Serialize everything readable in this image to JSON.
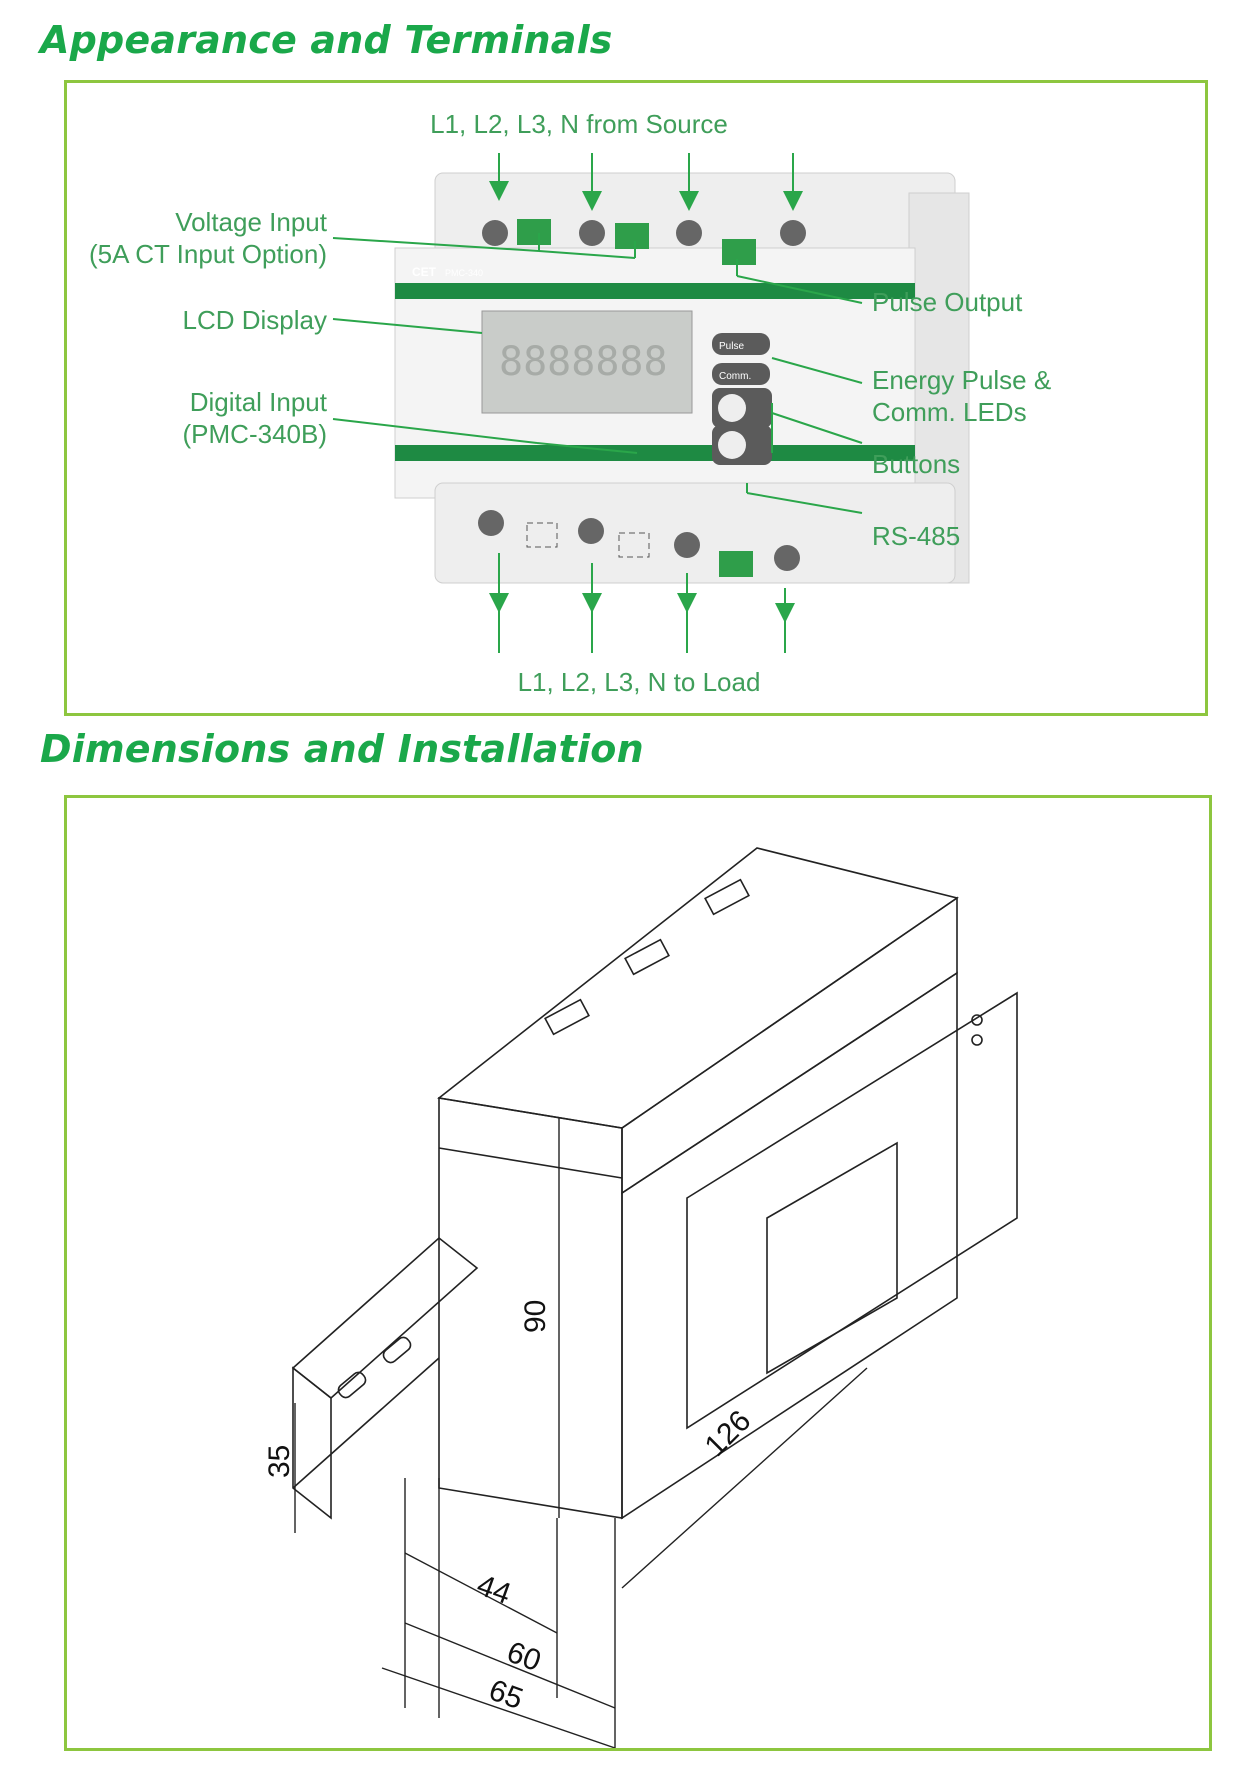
{
  "sections": {
    "appearance_title": "Appearance and Terminals",
    "dimensions_title": "Dimensions and Installation"
  },
  "terminals": {
    "source": "L1, L2, L3, N from Source",
    "voltage_input_1": "Voltage Input",
    "voltage_input_2": "(5A CT Input Option)",
    "lcd_display": "LCD Display",
    "digital_input_1": "Digital Input",
    "digital_input_2": "(PMC-340B)",
    "pulse_output": "Pulse Output",
    "energy_pulse_1": "Energy Pulse &",
    "energy_pulse_2": "Comm. LEDs",
    "buttons": "Buttons",
    "rs485": "RS-485",
    "load": "L1, L2, L3, N to Load"
  },
  "device": {
    "brand": "CET",
    "model": "PMC-340",
    "pulse_btn": "Pulse",
    "comm_btn": "Comm."
  },
  "dimensions": {
    "height": "90",
    "rail": "35",
    "width_44": "44",
    "width_60": "60",
    "width_65": "65",
    "length": "126"
  },
  "colors": {
    "heading": "#1aa84a",
    "border": "#8dc63f",
    "label": "#3f9e5a",
    "device_green": "#1e8a43"
  }
}
